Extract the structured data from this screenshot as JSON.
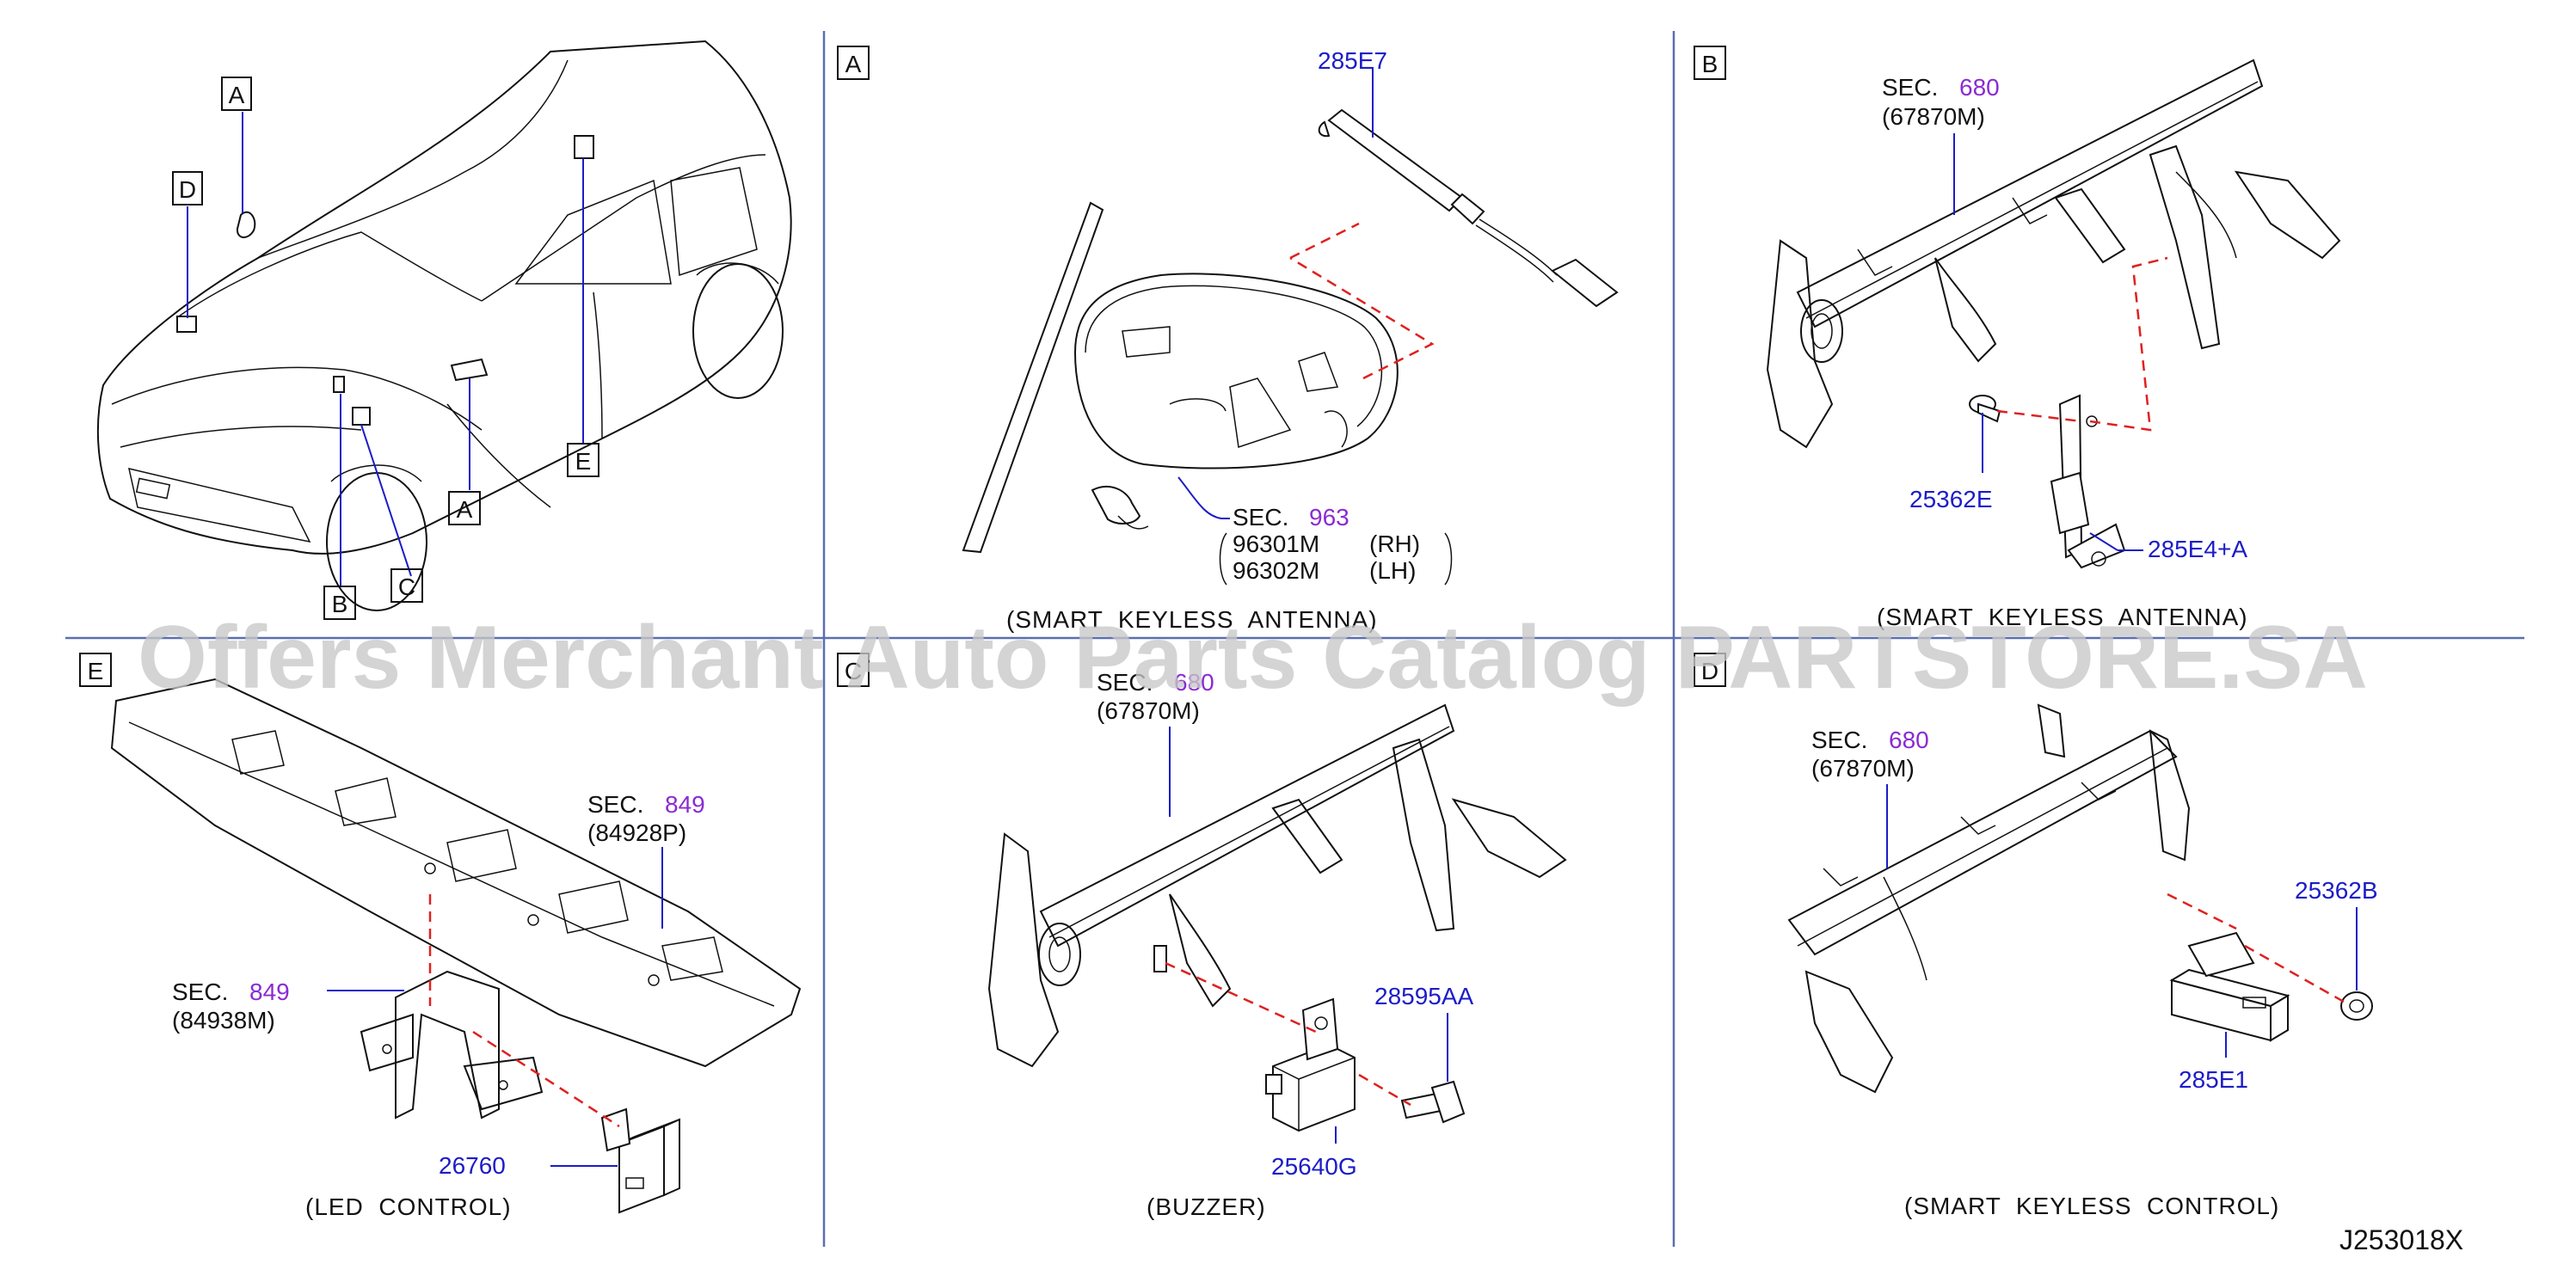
{
  "panel_letters": {
    "A": "A",
    "B": "B",
    "C": "C",
    "D": "D",
    "E": "E"
  },
  "overview_callouts": [
    "A",
    "D",
    "B",
    "C",
    "A",
    "E"
  ],
  "panels": {
    "A": {
      "part_285E7": "285E7",
      "sec_label": "SEC.",
      "sec_num": "963",
      "sub_rh_part": "96301M",
      "sub_rh_side": "(RH)",
      "sub_lh_part": "96302M",
      "sub_lh_side": "(LH)",
      "caption": "(SMART  KEYLESS  ANTENNA)"
    },
    "B": {
      "sec_label": "SEC.",
      "sec_num": "680",
      "sec_sub": "(67870M)",
      "part_25362E": "25362E",
      "part_285E4A": "285E4+A",
      "caption": "(SMART  KEYLESS  ANTENNA)"
    },
    "E": {
      "sec1_label": "SEC.",
      "sec1_num": "849",
      "sec1_sub": "(84928P)",
      "sec2_label": "SEC.",
      "sec2_num": "849",
      "sec2_sub": "(84938M)",
      "part_26760": "26760",
      "caption": "(LED  CONTROL)"
    },
    "C": {
      "sec_label": "SEC.",
      "sec_num": "680",
      "sec_sub": "(67870M)",
      "part_28595AA": "28595AA",
      "part_25640G": "25640G",
      "caption": "(BUZZER)"
    },
    "D": {
      "sec_label": "SEC.",
      "sec_num": "680",
      "sec_sub": "(67870M)",
      "part_25362B": "25362B",
      "part_285E1": "285E1",
      "caption": "(SMART  KEYLESS  CONTROL)"
    }
  },
  "diagram_code": "J253018X",
  "watermark": "Offers Merchant Auto Parts Catalog PARTSTORE.SA",
  "colors": {
    "part_number": "#1c1cc8",
    "section_number": "#8a2bd2",
    "mating_dash": "#e02020",
    "divider": "#5a6fb0",
    "watermark": "#c8c8c8"
  }
}
